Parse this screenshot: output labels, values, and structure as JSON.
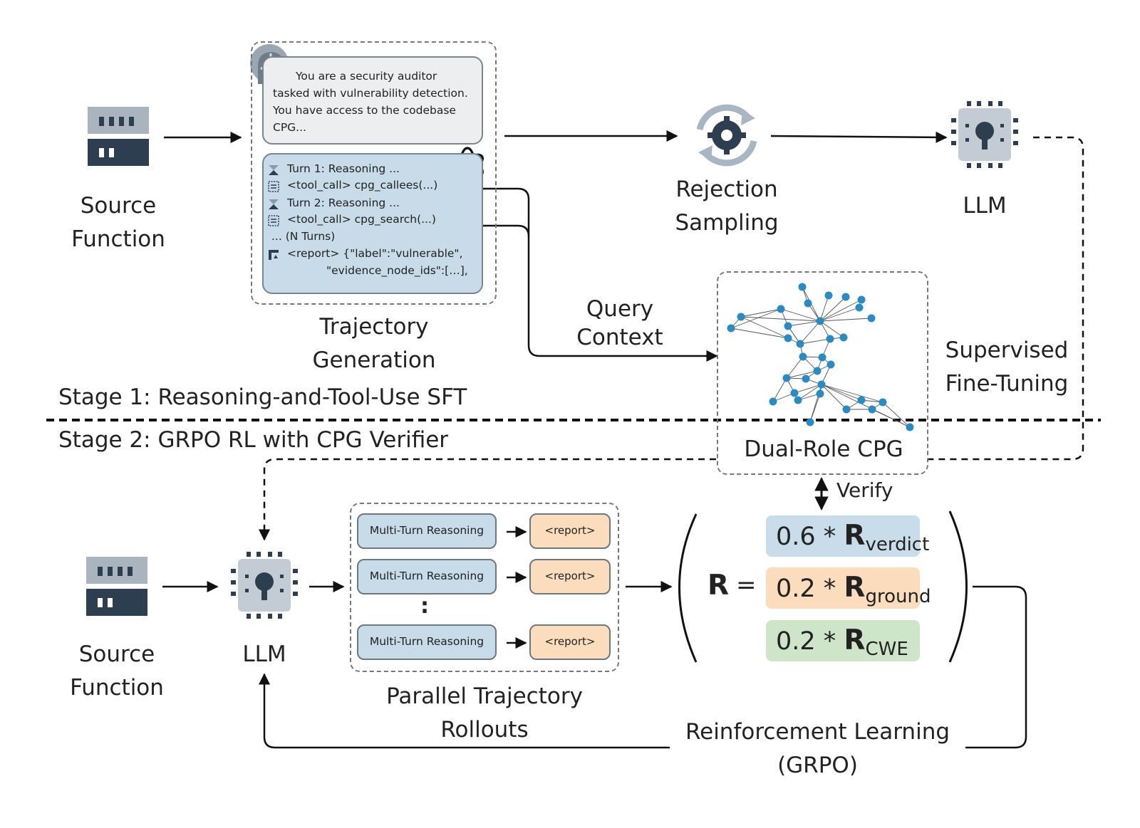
{
  "stage1": {
    "title": "Stage 1: Reasoning-and-Tool-Use SFT",
    "source_label": [
      "Source",
      "Function"
    ],
    "prompt_text": [
      "You are a security auditor",
      "tasked with vulnerability detection.",
      "You have access to the codebase",
      "CPG..."
    ],
    "trajectory_lines": [
      "Turn 1: Reasoning ...",
      "<tool_call> cpg_callees(...)",
      "Turn 2: Reasoning ...",
      "<tool_call> cpg_search(...)",
      "... (N Turns)",
      "<report> {\"label\":\"vulnerable\",",
      "\"evidence_node_ids\":[…],"
    ],
    "trajectory_label": [
      "Trajectory",
      "Generation"
    ],
    "rejection_label": [
      "Rejection",
      "Sampling"
    ],
    "llm_label": "LLM",
    "query_label": [
      "Query",
      "Context"
    ],
    "cpg_label": "Dual-Role CPG",
    "sft_label": [
      "Supervised",
      "Fine-Tuning"
    ]
  },
  "stage2": {
    "title": "Stage 2: GRPO RL with CPG Verifier",
    "source_label": [
      "Source",
      "Function"
    ],
    "llm_label": "LLM",
    "rollouts": [
      "Multi-Turn Reasoning",
      "Multi-Turn Reasoning",
      "Multi-Turn Reasoning"
    ],
    "report_label": "<report>",
    "ellipsis": ":",
    "rollouts_label": [
      "Parallel Trajectory",
      "Rollouts"
    ],
    "verify_label": "Verify",
    "reward": {
      "lhs": "R",
      "eq": "=",
      "terms": [
        {
          "coef": "0.6 * ",
          "sym": "R",
          "sub": "verdict",
          "color": "#c8dcea"
        },
        {
          "coef": "0.2 * ",
          "sym": "R",
          "sub": "ground",
          "color": "#fbdcbc"
        },
        {
          "coef": "0.2 * ",
          "sym": "R",
          "sub": "CWE",
          "color": "#cfe5c9"
        }
      ]
    },
    "rl_label": [
      "Reinforcement Learning",
      "(GRPO)"
    ]
  }
}
